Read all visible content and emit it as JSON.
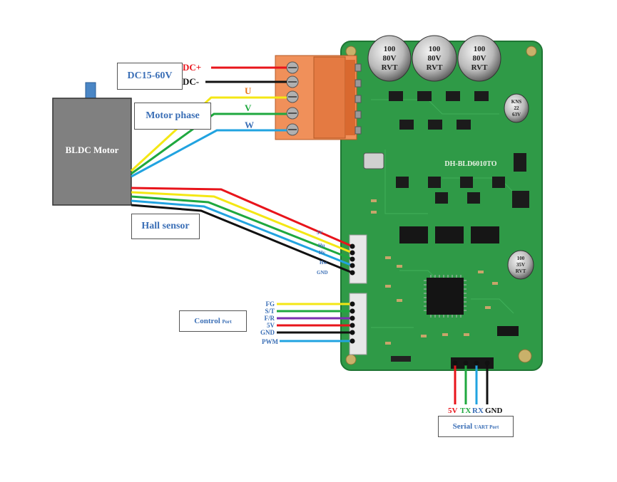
{
  "motor": {
    "label": "BLDC Motor"
  },
  "power_box": {
    "label": "DC15-60V"
  },
  "phase_box": {
    "label": "Motor phase"
  },
  "hall_box": {
    "label": "Hall sensor"
  },
  "control_box": {
    "label": "Control",
    "label_small": "Port"
  },
  "uart_box": {
    "label": "Serial",
    "label_small": "UART Port"
  },
  "power_terminals": {
    "dc_plus": "DC+",
    "dc_minus": "DC-"
  },
  "phase_terminals": {
    "u": "U",
    "v": "V",
    "w": "W"
  },
  "hall_pins": [
    "5V",
    "Hu",
    "Hv",
    "Hw",
    "GND"
  ],
  "control_pins": [
    "FG",
    "S/T",
    "F/R",
    "5V",
    "GND",
    "PWM"
  ],
  "uart_pins": [
    "5V",
    "TX",
    "RX",
    "GND"
  ],
  "board": {
    "silkscreen": "DH-BLD6010TO",
    "capacitor_text": [
      "100",
      "80V",
      "RVT"
    ],
    "small_cap_text": [
      "KNS",
      "22",
      "63V"
    ],
    "aux_cap_text": [
      "100",
      "35V",
      "RVT"
    ]
  },
  "colors": {
    "board_green": "#2f9a47",
    "terminal_orange": "#f0905a",
    "motor_gray": "#808080",
    "wire_red": "#e8141b",
    "wire_black": "#111111",
    "wire_yellow": "#f4e714",
    "wire_green": "#1fa83f",
    "wire_blue": "#21a3e0",
    "wire_purple": "#7b2fb0",
    "label_blue": "#3b6fb6",
    "label_orange": "#e8751a"
  }
}
